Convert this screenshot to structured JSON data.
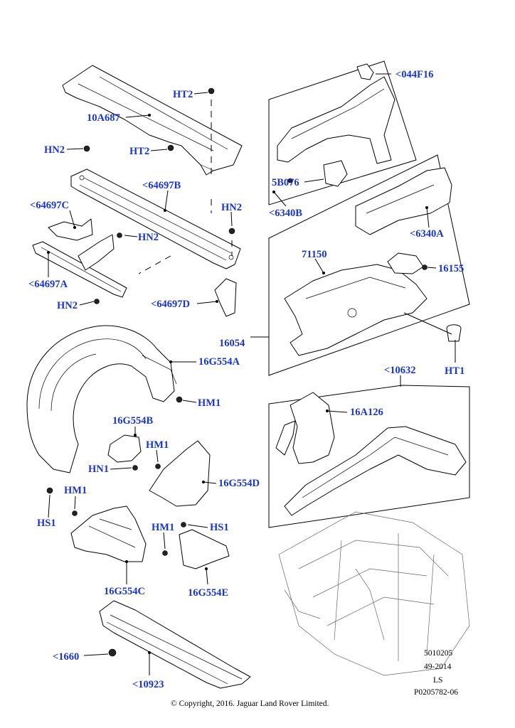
{
  "labels": {
    "l_044F16": "<044F16",
    "l_HT2a": "HT2",
    "l_10A687": "10A687",
    "l_HT2b": "HT2",
    "l_HN2a": "HN2",
    "l_64697B": "<64697B",
    "l_5B076": "5B076",
    "l_6340B": "<6340B",
    "l_64697C": "<64697C",
    "l_HN2b": "HN2",
    "l_6340A": "<6340A",
    "l_HN2c": "HN2",
    "l_71150": "71150",
    "l_16155": "16155",
    "l_64697A": "<64697A",
    "l_HN2d": "HN2",
    "l_64697D": "<64697D",
    "l_16054": "16054",
    "l_16G554A": "16G554A",
    "l_10632": "<10632",
    "l_HT1": "HT1",
    "l_HM1a": "HM1",
    "l_16A126": "16A126",
    "l_16G554B": "16G554B",
    "l_HM1b": "HM1",
    "l_HN1": "HN1",
    "l_16G554D": "16G554D",
    "l_HM1c": "HM1",
    "l_HS1a": "HS1",
    "l_HM1d": "HM1",
    "l_HS1b": "HS1",
    "l_16G554C": "16G554C",
    "l_16G554E": "16G554E",
    "l_1660": "<1660",
    "l_10923": "<10923"
  },
  "meta": {
    "code1": "5010205",
    "code2": "49-2014",
    "code3": "LS",
    "code4": "P0205782-06"
  },
  "copyright": "© Copyright, 2016. Jaguar Land Rover Limited."
}
